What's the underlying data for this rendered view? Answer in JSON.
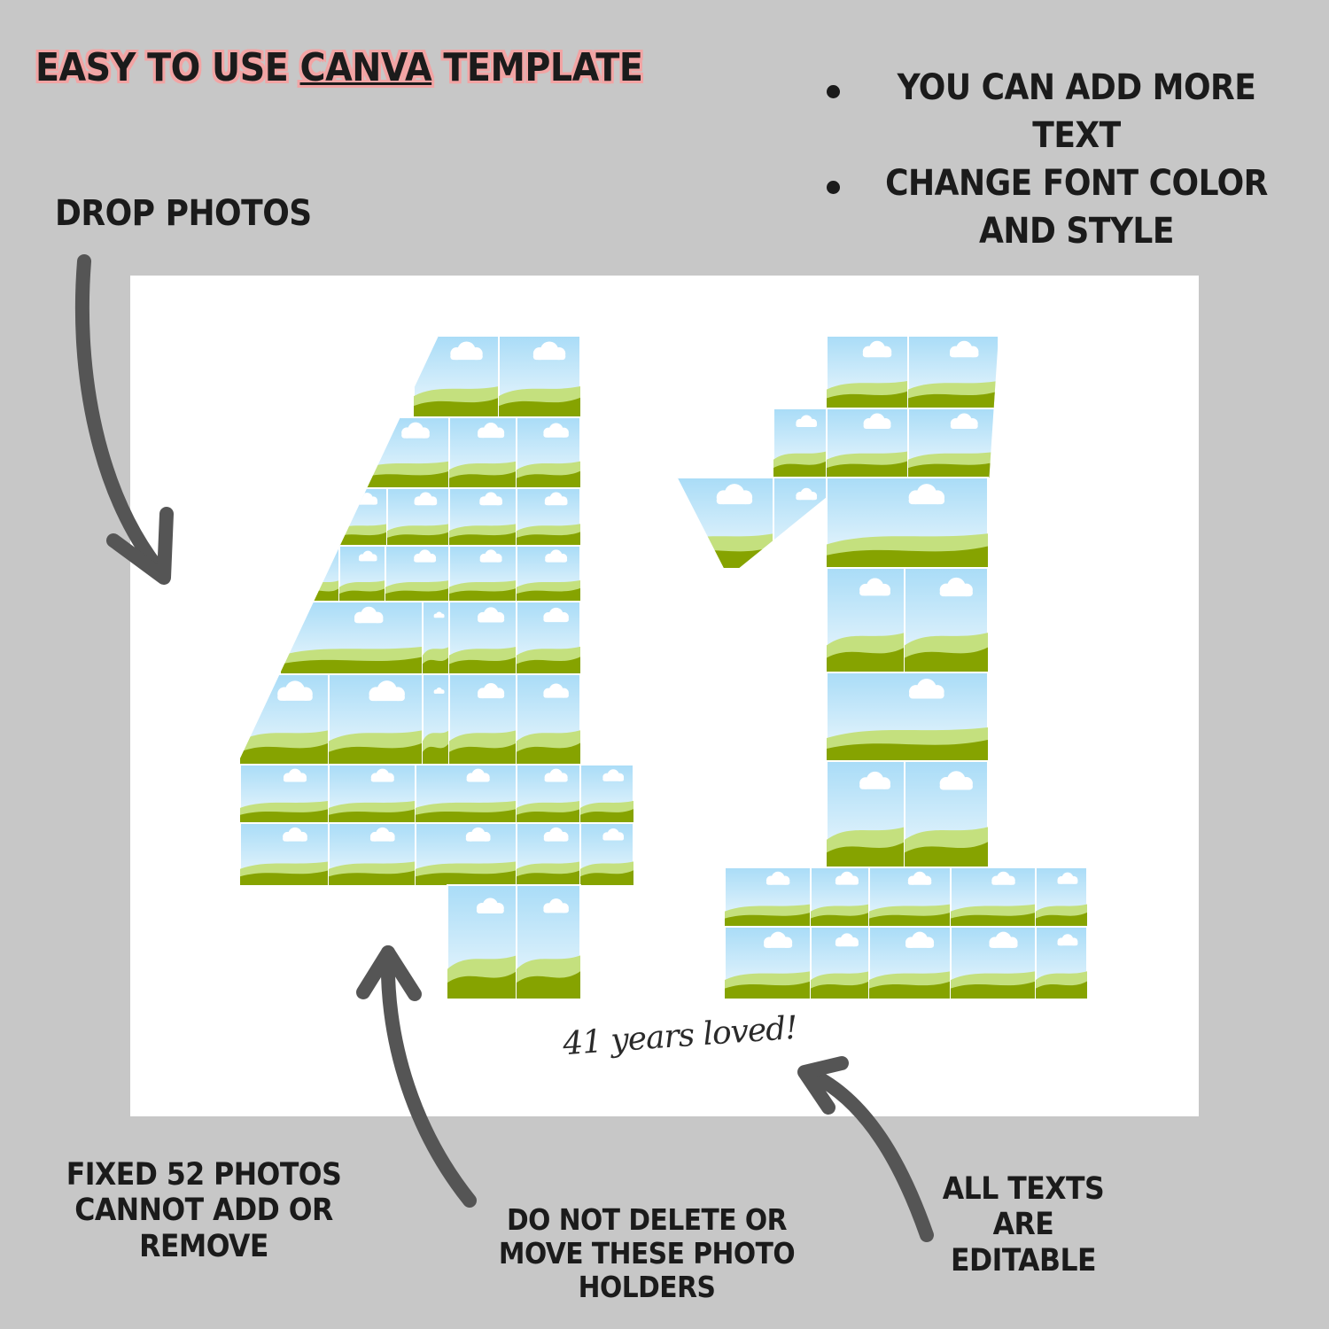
{
  "headline": {
    "prefix": "EASY TO USE ",
    "underlined": "CANVA",
    "suffix": " TEMPLATE"
  },
  "tips": [
    "YOU CAN ADD MORE TEXT",
    "CHANGE FONT COLOR AND STYLE"
  ],
  "drop_photos": "DROP PHOTOS",
  "fixed_photos": "FIXED 52 PHOTOS CANNOT ADD OR REMOVE",
  "do_not_delete": "DO NOT DELETE OR MOVE THESE PHOTO HOLDERS",
  "all_texts_editable": "ALL TEXTS ARE EDITABLE",
  "canvas_script": "41 years loved!",
  "colors": {
    "background": "#c7c7c7",
    "canvas": "#ffffff",
    "sky_top": "#a9dcf7",
    "sky_bottom": "#eef8fd",
    "hill_light": "#c4e07e",
    "hill_dark": "#86a300",
    "arrow": "#555555",
    "headline_outline": "#f2a4a4"
  },
  "icons": [
    "photo-placeholder-icon",
    "arrow-icon",
    "bullet-icon"
  ]
}
